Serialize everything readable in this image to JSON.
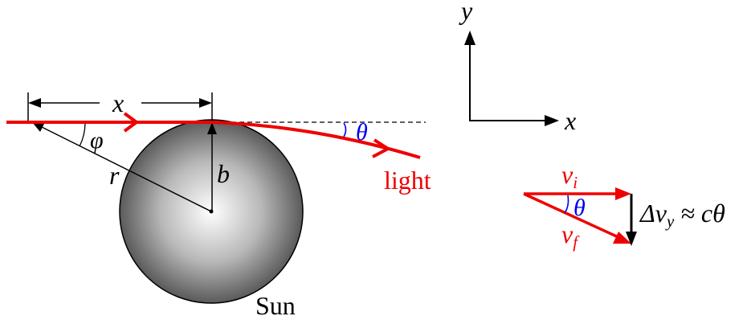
{
  "labels": {
    "x_distance": "x",
    "phi": "φ",
    "r": "r",
    "b": "b",
    "theta": "θ",
    "light": "light",
    "sun": "Sun",
    "axis_y": "y",
    "axis_x": "x",
    "v_i": "v",
    "v_i_sub": "i",
    "v_f": "v",
    "v_f_sub": "f",
    "theta_small": "θ",
    "delta_v": "Δv",
    "delta_v_sub": "y",
    "approx": " ≈ cθ"
  },
  "colors": {
    "light_ray": "#ee0000",
    "angle_arc": "#0000ee",
    "ink": "#000000"
  }
}
